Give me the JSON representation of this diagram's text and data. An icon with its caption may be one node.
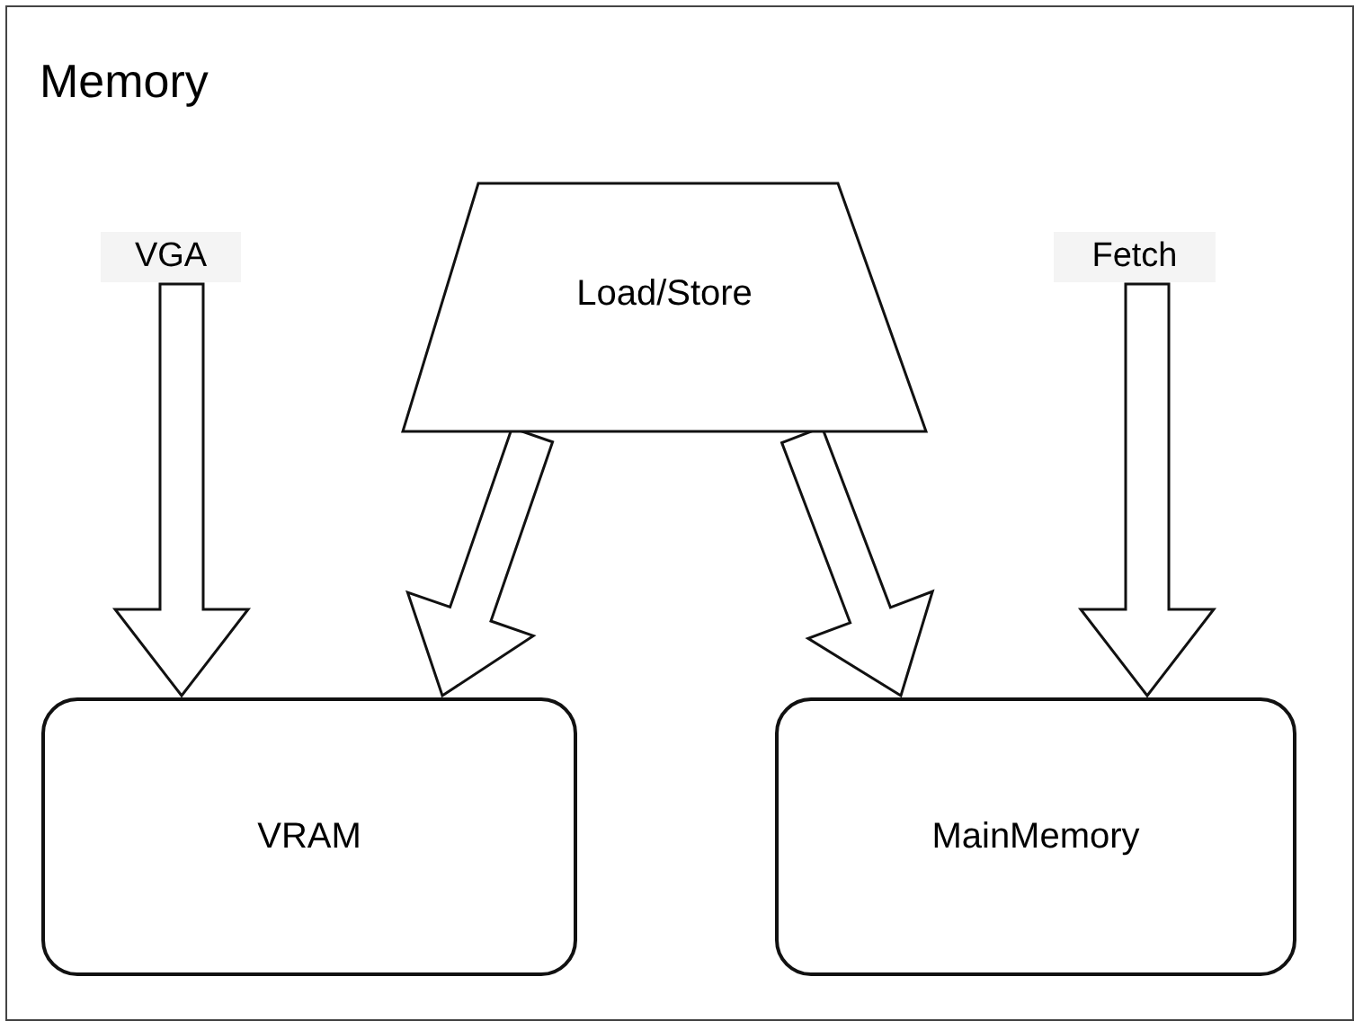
{
  "diagram": {
    "nodes": [
      {
        "text": [
          "Memory"
        ]
      },
      {
        "text": [
          "VGA"
        ],
        "in": 0
      },
      {
        "text": [
          "Load/Store"
        ],
        "in": 0
      },
      {
        "text": [
          "Fetch"
        ],
        "in": 0
      },
      {
        "text": [
          "VRAM"
        ],
        "in": 0
      },
      {
        "text": [
          "MainMemory"
        ],
        "in": 0
      }
    ],
    "edges": [
      {
        "from": 1,
        "to": 4,
        "arrow": "to"
      },
      {
        "from": 2,
        "to": 4,
        "arrow": "to"
      },
      {
        "from": 2,
        "to": 5,
        "arrow": "to"
      },
      {
        "from": 3,
        "to": 5,
        "arrow": "to"
      }
    ]
  }
}
